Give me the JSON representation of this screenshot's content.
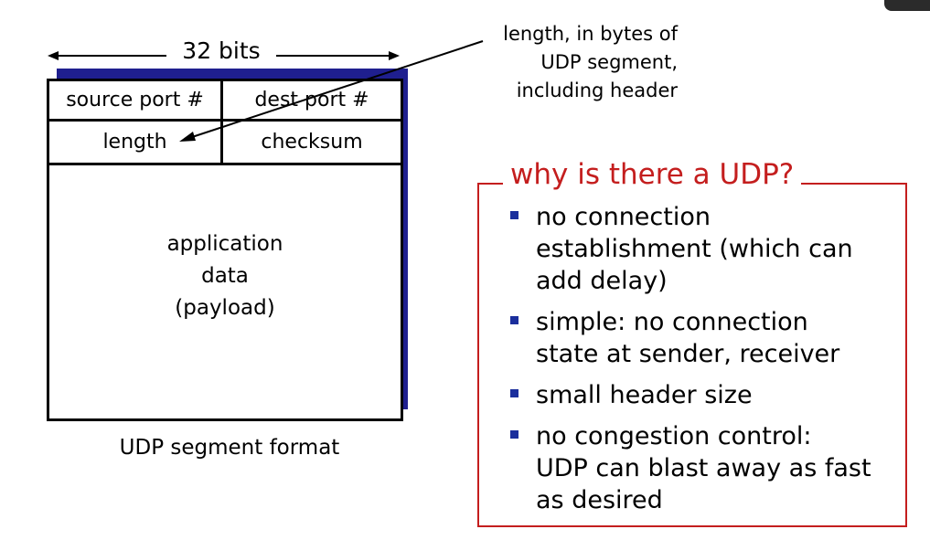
{
  "diagram": {
    "width_label": "32 bits",
    "header_fields": {
      "source_port": "source port #",
      "dest_port": "dest port #",
      "length": "length",
      "checksum": "checksum"
    },
    "payload_lines": [
      "application",
      "data",
      "(payload)"
    ],
    "caption": "UDP segment format"
  },
  "annotation": {
    "lines": [
      "length, in bytes of",
      "UDP segment,",
      "including header"
    ]
  },
  "why_udp": {
    "title": "why is there a UDP?",
    "title_color": "#c41e1e",
    "bullet_color": "#1a2e9c",
    "bullets": [
      {
        "lines": [
          "no connection",
          "establishment (which can",
          "add delay)"
        ]
      },
      {
        "lines": [
          "simple: no connection",
          "state at sender, receiver"
        ]
      },
      {
        "lines": [
          "small header size"
        ]
      },
      {
        "lines": [
          "no congestion control:",
          "UDP can blast away as fast",
          "as desired"
        ]
      }
    ]
  }
}
